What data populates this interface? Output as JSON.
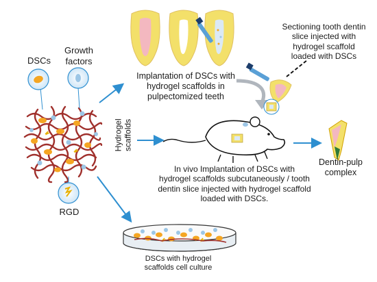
{
  "labels": {
    "dscs": "DSCs",
    "growth_factors_line1": "Growth",
    "growth_factors_line2": "factors",
    "rgd": "RGD",
    "hydrogel_line1": "Hydrogel",
    "hydrogel_line2": "scaffolds",
    "implant_pulp_line1": "Implantation of DSCs with",
    "implant_pulp_line2": "hydrogel scaffolds in",
    "implant_pulp_line3": "pulpectomized teeth",
    "sectioning_line1": "Sectioning tooth dentin",
    "sectioning_line2": "slice injected with",
    "sectioning_line3": "hydrogel scaffold",
    "sectioning_line4": "loaded with DSCs",
    "in_vivo_line1": "In vivo Implantation of DSCs with",
    "in_vivo_line2": "hydrogel scaffolds subcutaneously / tooth",
    "in_vivo_line3": "dentin slice injected with hydrogel scaffold",
    "in_vivo_line4": "loaded with DSCs.",
    "dentin_pulp_line1": "Dentin-pulp",
    "dentin_pulp_line2": "complex",
    "culture_line1": "DSCs with hydrogel",
    "culture_line2": "scaffolds cell culture"
  },
  "colors": {
    "arrow": "#2e8fd0",
    "fiber": "#a0302c",
    "cell_orange": "#f5a623",
    "cell_blue": "#9cc6e6",
    "tooth_pulp": "#f3b8c0",
    "tooth_dentin": "#f3e06a"
  }
}
